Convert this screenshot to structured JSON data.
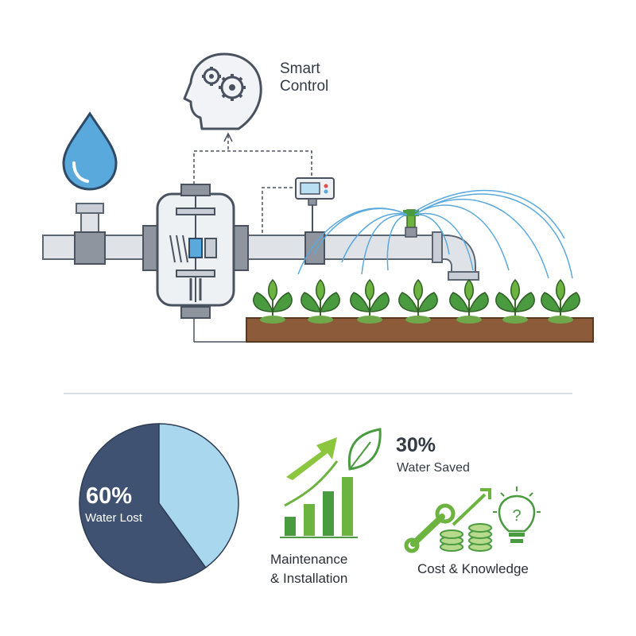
{
  "diagram": {
    "smart_control_line1": "Smart",
    "smart_control_line2": "Control"
  },
  "chart_data": {
    "type": "pie",
    "slices": [
      {
        "label": "Water Lost",
        "value": 60,
        "color": "#3f5271"
      },
      {
        "label": "",
        "value": 40,
        "color": "#a9d8ee"
      }
    ]
  },
  "stats": {
    "lost_percent": "60%",
    "lost_label": "Water Lost",
    "saved_percent": "30%",
    "saved_label": "Water Saved",
    "maintenance_line1": "Maintenance",
    "maintenance_line2": "& Installation",
    "cost_label": "Cost & Knowledge"
  },
  "colors": {
    "pipe": "#dfe3e8",
    "pipe_outline": "#5d6673",
    "water": "#5aa9dc",
    "plant": "#4a9a3f",
    "soil": "#8c5b3a",
    "green_accent": "#6cb33f"
  },
  "icons": [
    "water-drop-icon",
    "brain-gears-icon",
    "controller-icon",
    "sprinkler-icon",
    "growth-chart-icon",
    "leaf-icon",
    "wrench-icon",
    "coins-icon",
    "lightbulb-icon"
  ]
}
